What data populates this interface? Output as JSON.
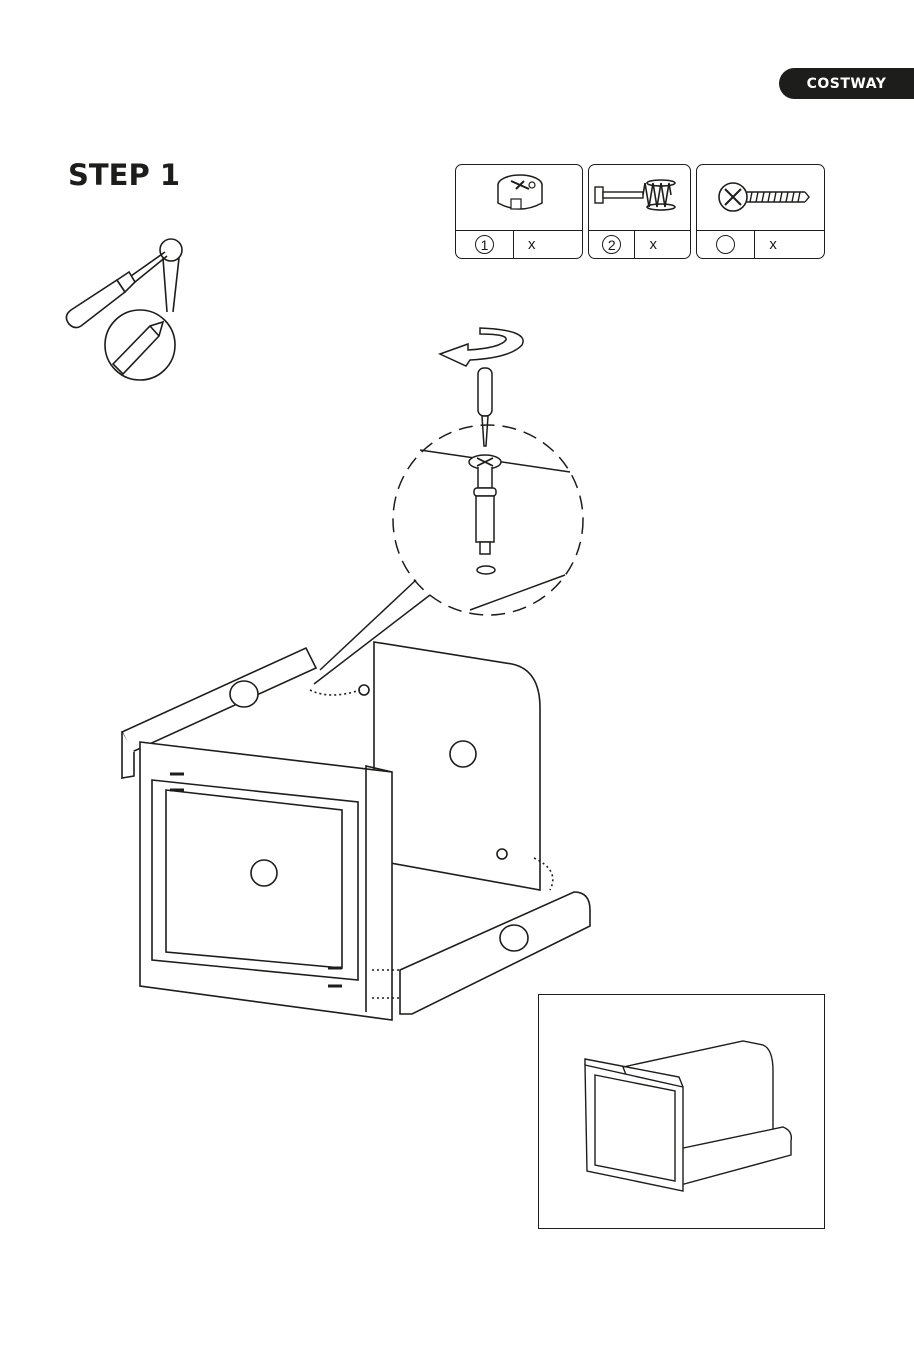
{
  "brand": {
    "name": "COSTWAY"
  },
  "step": {
    "title": "STEP 1"
  },
  "hardware": [
    {
      "index": "1",
      "qty_label": "x",
      "icon": "cam-lock-icon"
    },
    {
      "index": "2",
      "qty_label": "x",
      "icon": "cam-bolt-icon"
    },
    {
      "index": "",
      "qty_label": "x",
      "icon": "screw-icon"
    }
  ],
  "tool": {
    "icon": "phillips-screwdriver-icon"
  },
  "parts": {
    "labels": [
      "",
      "",
      "",
      ""
    ]
  }
}
